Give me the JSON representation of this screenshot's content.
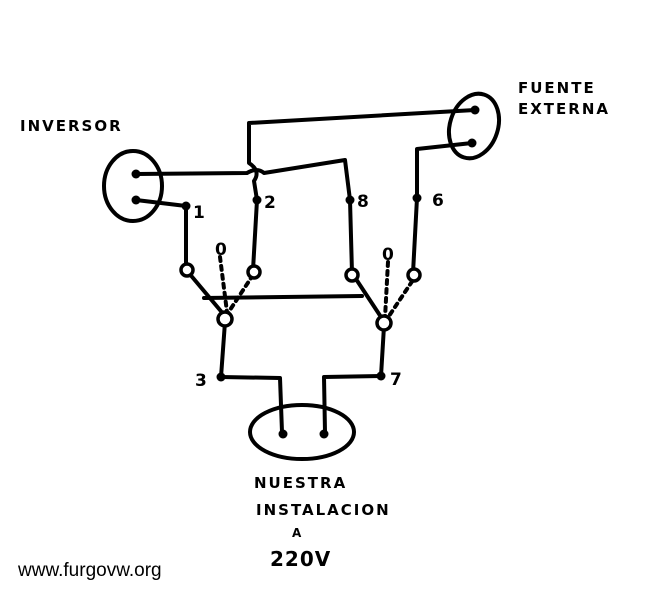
{
  "labels": {
    "inversor": "INVERSOR",
    "fuente_line1": "FUENTE",
    "fuente_line2": "EXTERNA",
    "nuestra_line1": "NUESTRA",
    "nuestra_line2": "INSTALACION",
    "nuestra_line3": "A",
    "voltage": "220V",
    "website": "www.furgovw.org"
  },
  "terminals": {
    "t1": "1",
    "t2": "2",
    "t3": "3",
    "t6": "6",
    "t7": "7",
    "t8": "8"
  },
  "switch_off_marks": {
    "left": "0",
    "right": "0"
  },
  "colors": {
    "ink": "#000000",
    "paper": "#ffffff"
  }
}
